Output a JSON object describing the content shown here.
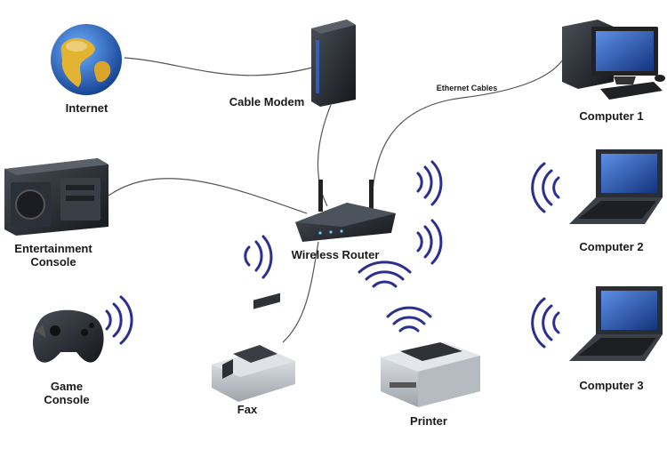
{
  "diagram": {
    "labels": {
      "internet": "Internet",
      "cable_modem": "Cable Modem",
      "ethernet_cables": "Ethernet Cables",
      "computer_1": "Computer 1",
      "entertainment_console": "Entertainment Console",
      "wireless_router": "Wireless Router",
      "computer_2": "Computer 2",
      "game_console": "Game Console",
      "fax": "Fax",
      "printer": "Printer",
      "computer_3": "Computer 3"
    },
    "colors": {
      "wifi": "#2b2f8f",
      "cable": "#555555",
      "globe_ocean": "#2a6fd0",
      "globe_land": "#e2b431",
      "device_dark": "#2a2d33",
      "device_light": "#cfd3d8",
      "screen": "#1f4fb5"
    },
    "icons": [
      "globe-icon",
      "modem-icon",
      "desktop-computer-icon",
      "speaker-console-icon",
      "router-icon",
      "laptop-icon",
      "gamepad-icon",
      "fax-machine-icon",
      "printer-icon",
      "wifi-signal-icon"
    ]
  }
}
